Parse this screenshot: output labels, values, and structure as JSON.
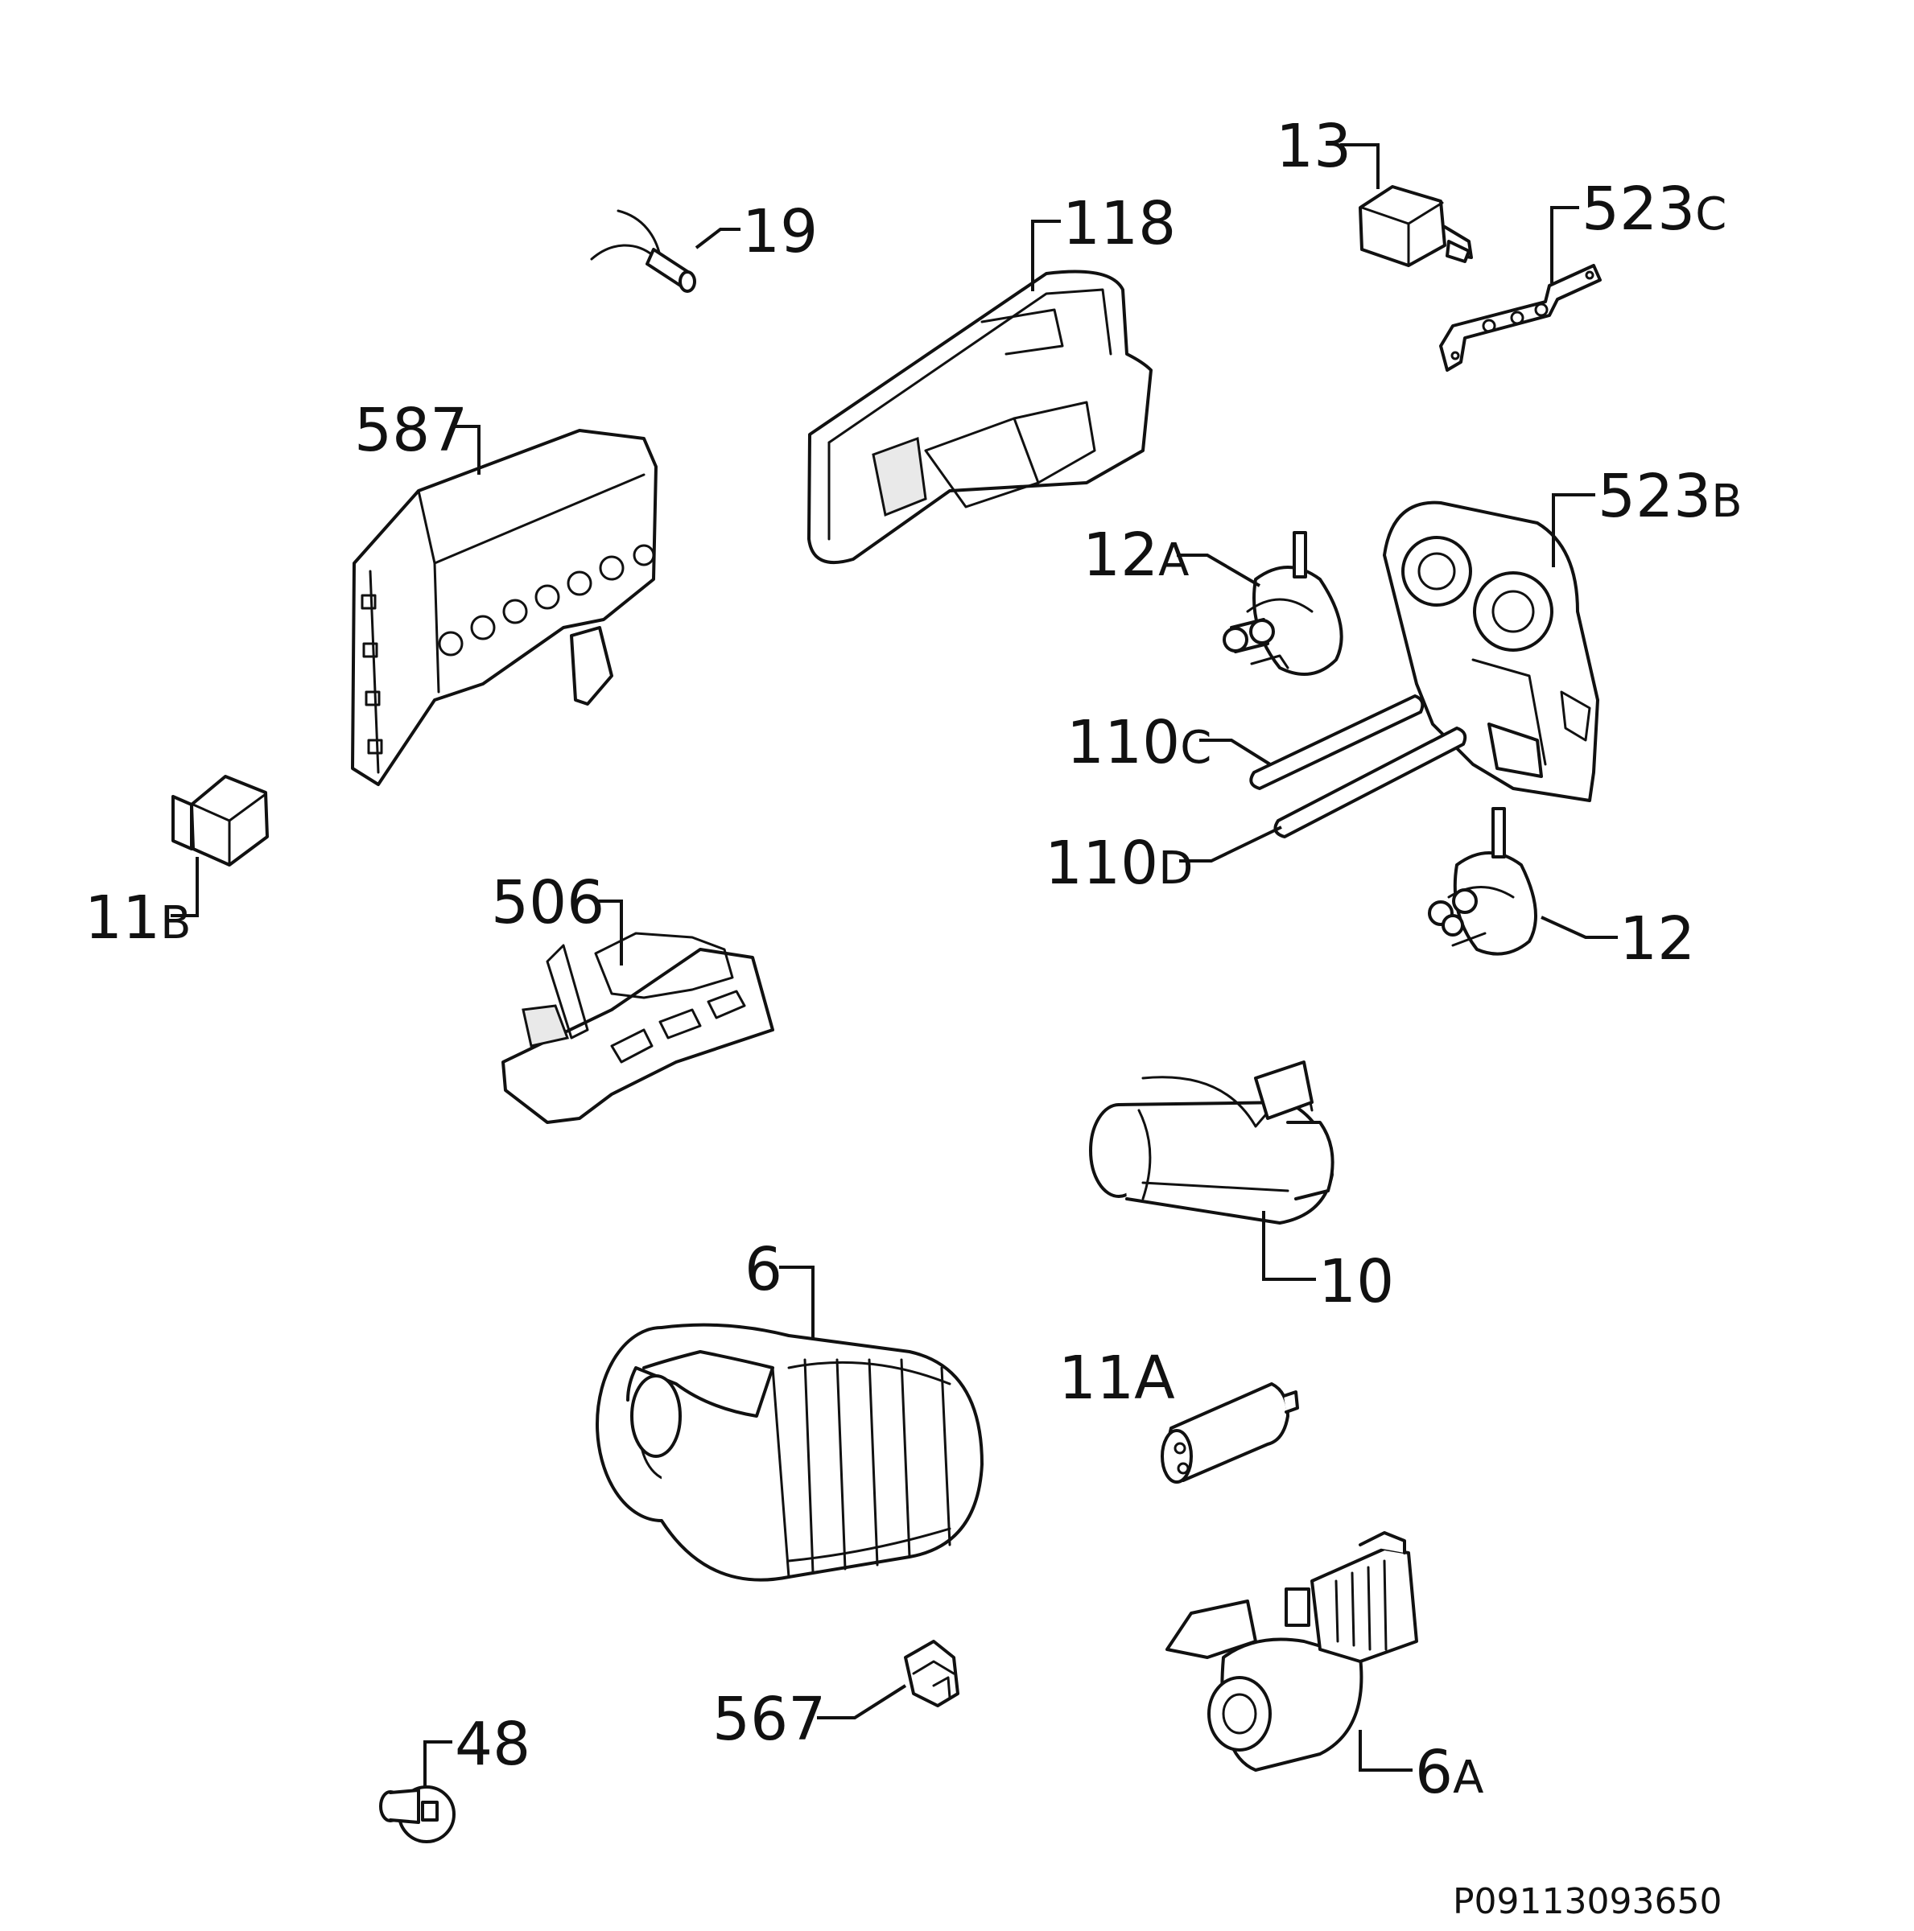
{
  "callouts": {
    "c13": {
      "num": "13",
      "suffix": ""
    },
    "c19": {
      "num": "19",
      "suffix": ""
    },
    "c118": {
      "num": "118",
      "suffix": ""
    },
    "c523c": {
      "num": "523",
      "suffix": "C"
    },
    "c587": {
      "num": "587",
      "suffix": ""
    },
    "c12a": {
      "num": "12",
      "suffix": "A"
    },
    "c523b": {
      "num": "523",
      "suffix": "B"
    },
    "c110c": {
      "num": "110",
      "suffix": "C"
    },
    "c110d": {
      "num": "110",
      "suffix": "D"
    },
    "c11b": {
      "num": "11",
      "suffix": "B"
    },
    "c506": {
      "num": "506",
      "suffix": ""
    },
    "c12": {
      "num": "12",
      "suffix": ""
    },
    "c10": {
      "num": "10",
      "suffix": ""
    },
    "c6": {
      "num": "6",
      "suffix": ""
    },
    "c11a": {
      "num": "11A",
      "suffix": ""
    },
    "c567": {
      "num": "567",
      "suffix": ""
    },
    "c48": {
      "num": "48",
      "suffix": ""
    },
    "c6a": {
      "num": "6",
      "suffix": "A"
    }
  },
  "drawing_code": "P09113093650"
}
